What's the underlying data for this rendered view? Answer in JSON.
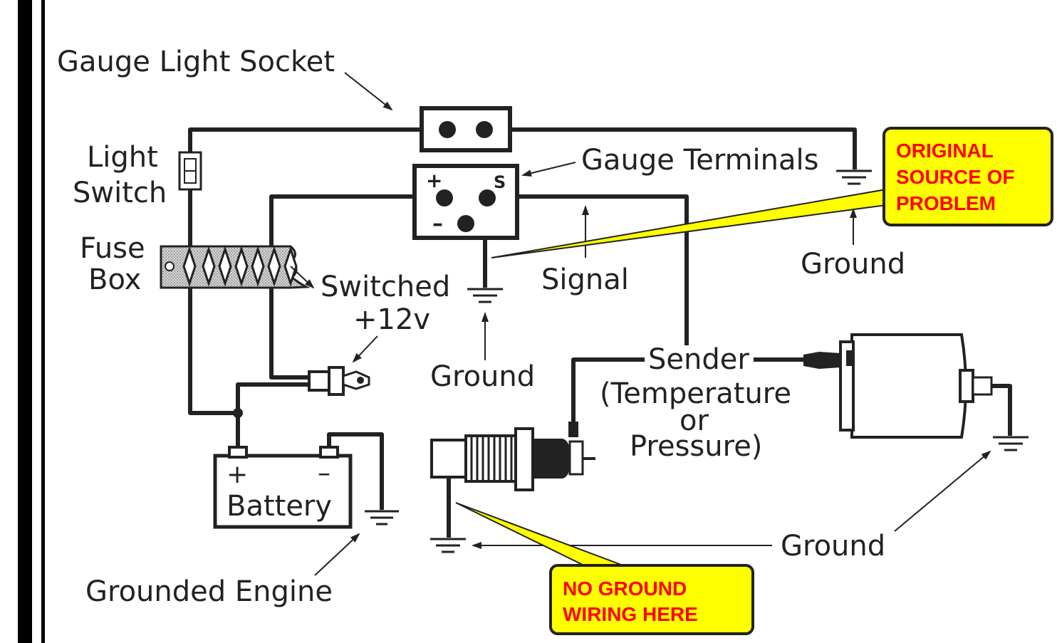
{
  "labels": {
    "gauge_light_socket": "Gauge Light Socket",
    "light_switch_line1": "Light",
    "light_switch_line2": "Switch",
    "fuse_box_line1": "Fuse",
    "fuse_box_line2": "Box",
    "switched_line1": "Switched",
    "switched_line2": "+12v",
    "gauge_terminals": "Gauge Terminals",
    "terminal_plus": "+",
    "terminal_s": "S",
    "terminal_minus": "–",
    "signal": "Signal",
    "ground_top_right": "Ground",
    "ground_center": "Ground",
    "ground_bottom": "Ground",
    "sender": "Sender",
    "sender_type_line1": "(Temperature",
    "sender_type_line2": "or",
    "sender_type_line3": "Pressure)",
    "battery": "Battery",
    "battery_plus": "+",
    "battery_minus": "–",
    "grounded_engine": "Grounded Engine"
  },
  "callouts": {
    "original_source": {
      "line1": "ORIGINAL",
      "line2": "SOURCE OF",
      "line3": "PROBLEM"
    },
    "no_ground": {
      "line1": "NO GROUND",
      "line2": "WIRING HERE"
    }
  },
  "colors": {
    "callout_fill": "#ffff00",
    "callout_text": "#ff0000",
    "ink": "#222222"
  }
}
